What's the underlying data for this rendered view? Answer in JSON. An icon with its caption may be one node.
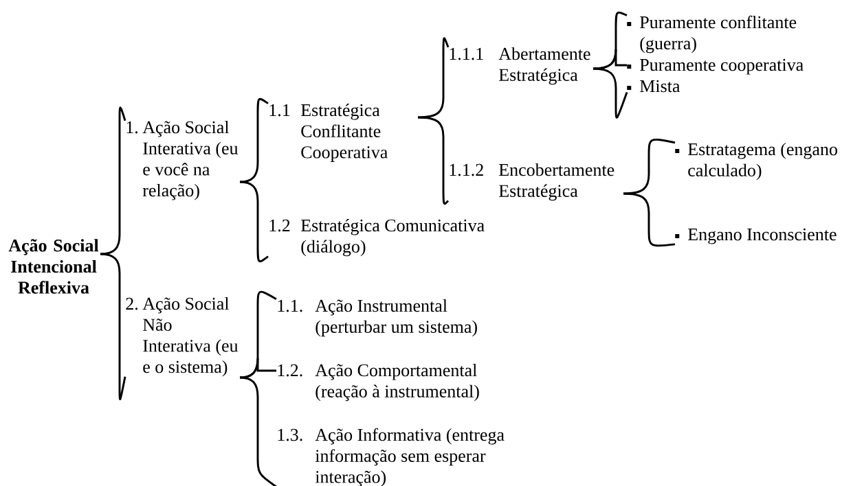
{
  "diagram": {
    "nodes": [
      {
        "text": [
          "Ação Social Intencional Reflexiva"
        ]
      },
      {
        "text": [
          "1.",
          "Ação Social Interativa (eu e você na relação)"
        ]
      },
      {
        "text": [
          "1.1",
          "Estratégica Conflitante Cooperativa"
        ]
      },
      {
        "text": [
          "1.2",
          "Estratégica Comunicativa (diálogo)"
        ]
      },
      {
        "text": [
          "1.1.1",
          "Abertamente Estratégica"
        ]
      },
      {
        "text": [
          "1.1.2",
          "Encobertamente Estratégica"
        ]
      },
      {
        "text": [
          "Puramente conflitante (guerra)"
        ]
      },
      {
        "text": [
          "Puramente cooperativa"
        ]
      },
      {
        "text": [
          "Mista"
        ]
      },
      {
        "text": [
          "Estratagema (engano calculado)"
        ]
      },
      {
        "text": [
          "Engano Inconsciente"
        ]
      },
      {
        "text": [
          "2.",
          "Ação Social Não Interativa (eu e o sistema)"
        ]
      },
      {
        "text": [
          "1.1.",
          "Ação Instrumental (perturbar um sistema)"
        ]
      },
      {
        "text": [
          "1.2.",
          "Ação Comportamental (reação à instrumental)"
        ]
      },
      {
        "text": [
          "1.3.",
          "Ação Informativa (entrega informação sem esperar interação)"
        ]
      }
    ],
    "edges": [
      {
        "from": 0,
        "to": 1,
        "arrow": "none"
      },
      {
        "from": 0,
        "to": 11,
        "arrow": "none"
      },
      {
        "from": 1,
        "to": 2,
        "arrow": "none"
      },
      {
        "from": 1,
        "to": 3,
        "arrow": "none"
      },
      {
        "from": 2,
        "to": 4,
        "arrow": "none"
      },
      {
        "from": 2,
        "to": 5,
        "arrow": "none"
      },
      {
        "from": 4,
        "to": 6,
        "arrow": "none"
      },
      {
        "from": 4,
        "to": 7,
        "arrow": "none"
      },
      {
        "from": 4,
        "to": 8,
        "arrow": "none"
      },
      {
        "from": 5,
        "to": 9,
        "arrow": "none"
      },
      {
        "from": 5,
        "to": 10,
        "arrow": "none"
      },
      {
        "from": 11,
        "to": 12,
        "arrow": "none"
      },
      {
        "from": 11,
        "to": 13,
        "arrow": "none"
      },
      {
        "from": 11,
        "to": 14,
        "arrow": "none"
      }
    ]
  }
}
